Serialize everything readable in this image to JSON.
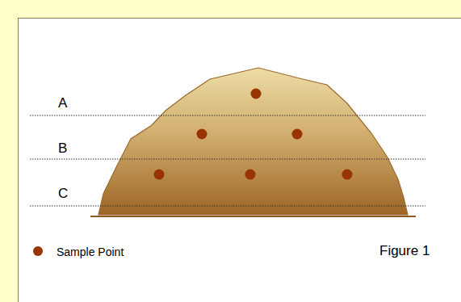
{
  "diagram": {
    "caption": "Figure 1",
    "labels": [
      "A",
      "B",
      "C"
    ],
    "legend": [
      {
        "text": "Sample Point",
        "color": "#993300"
      }
    ]
  }
}
